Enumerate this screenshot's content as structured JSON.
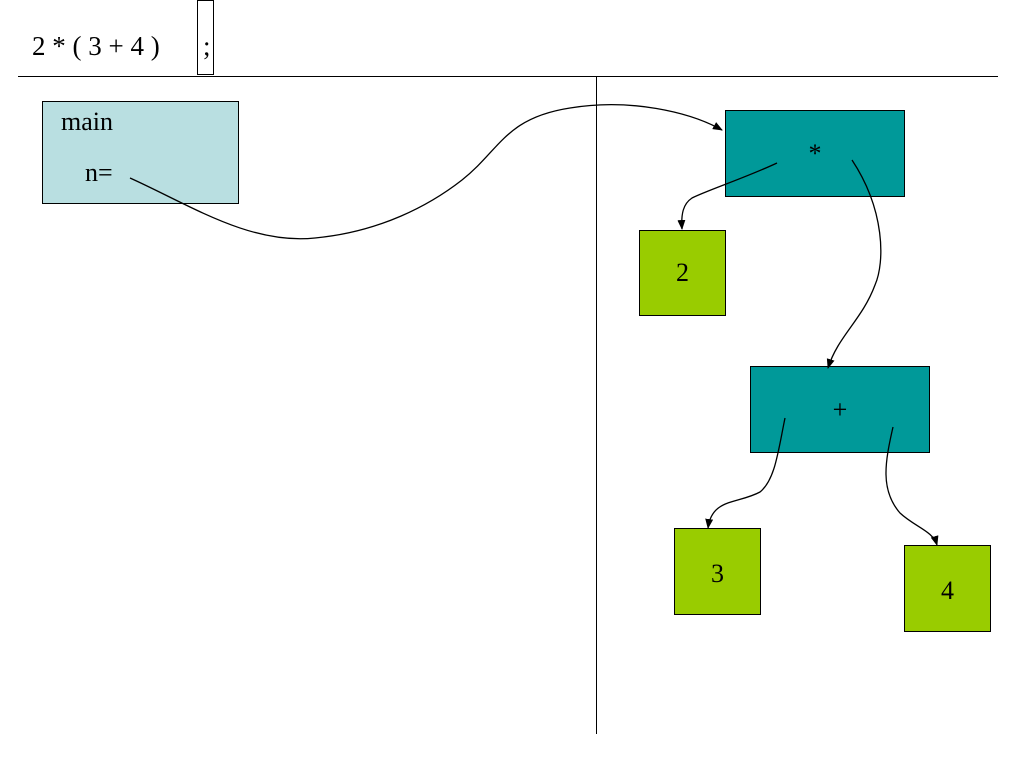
{
  "expression": {
    "text": "2 * ( 3 + 4 )",
    "terminator": ";"
  },
  "frame": {
    "title": "main",
    "variable": "n="
  },
  "tree": {
    "root": {
      "label": "*"
    },
    "left_leaf": {
      "label": "2"
    },
    "right_op": {
      "label": "+"
    },
    "right_left_leaf": {
      "label": "3"
    },
    "right_right_leaf": {
      "label": "4"
    }
  },
  "colors": {
    "frame_fill": "#b9dfe1",
    "operator_fill": "#009999",
    "leaf_fill": "#99cc00"
  }
}
